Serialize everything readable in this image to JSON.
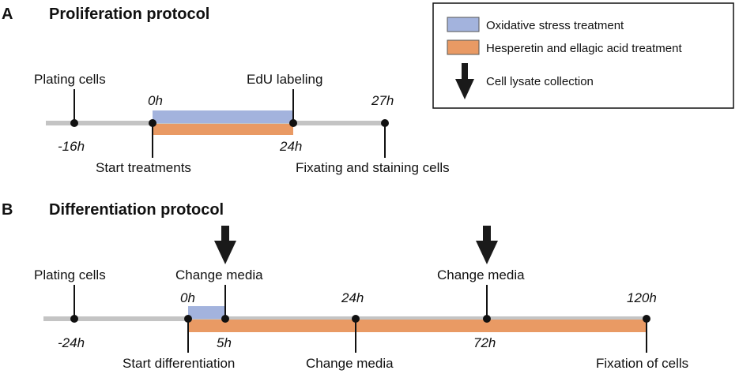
{
  "panel_a": {
    "letter": "A",
    "title": "Proliferation protocol",
    "labels": {
      "plating": "Plating cells",
      "edu": "EdU labeling",
      "start": "Start treatments",
      "fixating": "Fixating and staining cells"
    },
    "times": {
      "t_minus": "-16h",
      "t0": "0h",
      "t24": "24h",
      "t27": "27h"
    }
  },
  "panel_b": {
    "letter": "B",
    "title": "Differentiation protocol",
    "labels": {
      "plating": "Plating cells",
      "change1": "Change media",
      "change2": "Change media",
      "start": "Start differentiation",
      "change_mid": "Change media",
      "fixation": "Fixation of cells"
    },
    "times": {
      "t_minus": "-24h",
      "t0": "0h",
      "t5": "5h",
      "t24": "24h",
      "t72": "72h",
      "t120": "120h"
    }
  },
  "legend": {
    "items": [
      {
        "label": "Oxidative stress treatment",
        "color": "#a3b3dd"
      },
      {
        "label": "Hesperetin and ellagic acid treatment",
        "color": "#e99a64"
      },
      {
        "label": "Cell lysate collection",
        "color": "#1a1a1a"
      }
    ]
  },
  "colors": {
    "timeline": "#c4c4c4",
    "blue": "#a3b3dd",
    "orange": "#e99a64",
    "ink": "#111111"
  }
}
